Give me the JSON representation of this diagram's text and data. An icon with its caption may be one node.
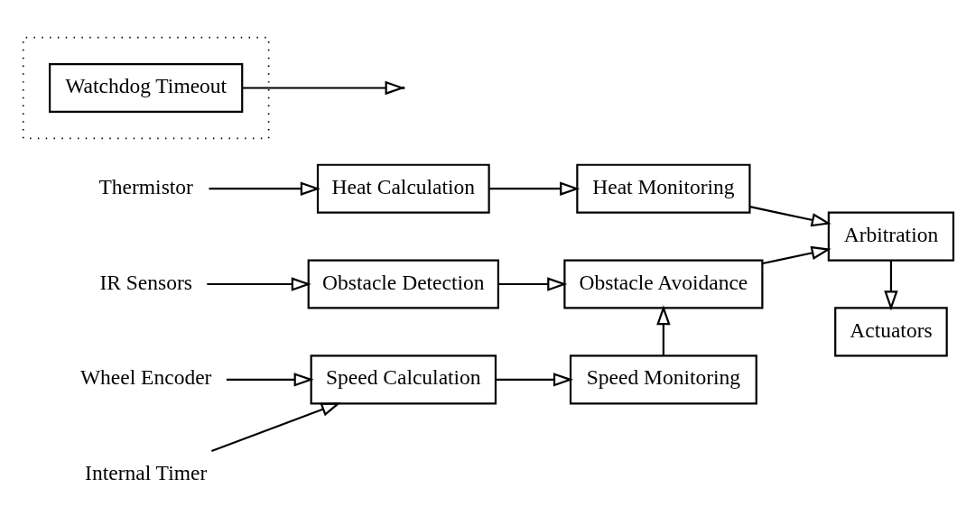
{
  "diagram": {
    "nodes": [
      {
        "text": [
          "Thermistor"
        ]
      },
      {
        "text": [
          "Heat Calculation"
        ]
      },
      {
        "text": [
          "Heat Monitoring"
        ]
      },
      {
        "text": [
          "Actuators"
        ]
      },
      {
        "text": [
          "Wheel Encoder"
        ]
      },
      {
        "text": [
          "Speed Calculation"
        ]
      },
      {
        "text": [
          "Speed Monitoring"
        ]
      },
      {
        "text": [
          "Arbitration"
        ]
      },
      {
        "text": [
          "Internal Timer"
        ]
      },
      {
        "text": [],
        "shape": "box"
      },
      {
        "text": [
          "IR Sensors"
        ]
      },
      {
        "text": [
          "Obstacle Detection"
        ]
      },
      {
        "text": [
          "Obstacle Avoidance"
        ]
      },
      {
        "text": [
          "Watchdog Timeout"
        ],
        "in": 9
      }
    ],
    "edges": [
      {
        "from": 0,
        "to": 1,
        "arrow": "to"
      },
      {
        "from": 1,
        "to": 2,
        "arrow": "to"
      },
      {
        "from": 2,
        "to": 7,
        "arrow": "to"
      },
      {
        "from": 7,
        "to": 3,
        "arrow": "to"
      },
      {
        "from": 4,
        "to": 5,
        "arrow": "to"
      },
      {
        "from": 5,
        "to": 6,
        "arrow": "to"
      },
      {
        "from": 8,
        "to": 5,
        "arrow": "to"
      },
      {
        "from": 6,
        "to": 12,
        "arrow": "to"
      },
      {
        "from": 10,
        "to": 11,
        "arrow": "to"
      },
      {
        "from": 11,
        "to": 12,
        "arrow": "to"
      },
      {
        "from": 12,
        "to": 7,
        "arrow": "to"
      },
      {
        "from": 13,
        "to": null,
        "arrow": "to"
      }
    ]
  }
}
